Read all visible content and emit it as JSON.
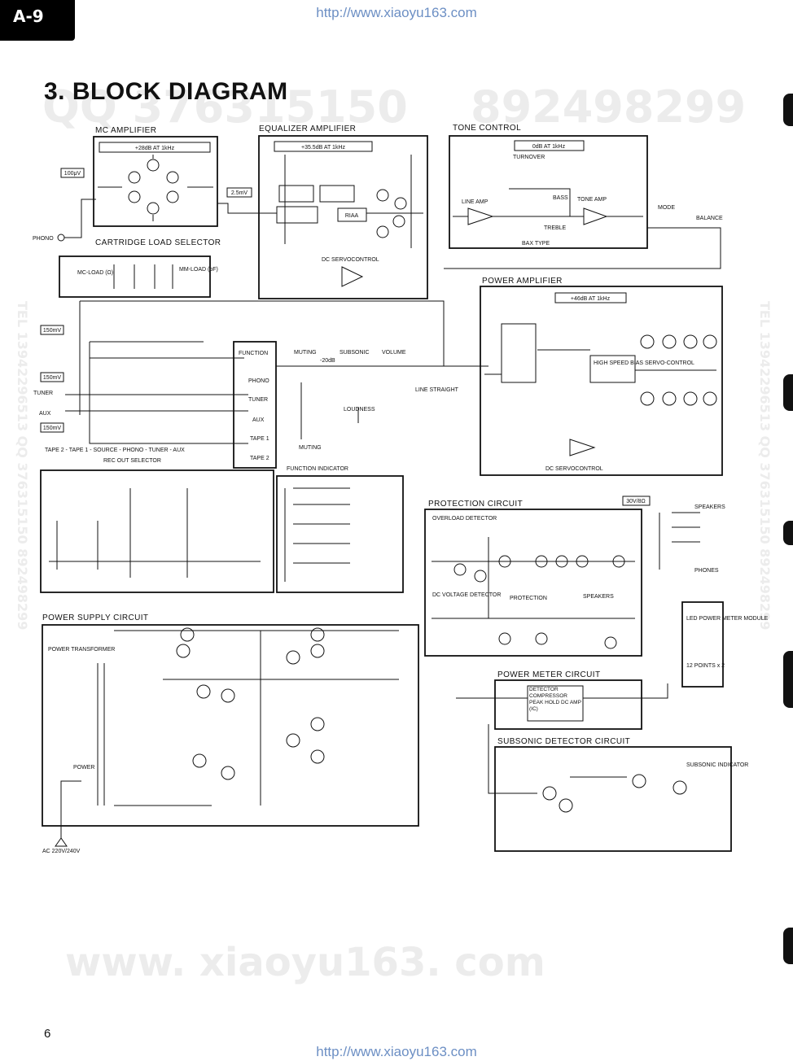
{
  "page": {
    "tag": "A-9",
    "url_top": "http://www.xiaoyu163.com",
    "url_bottom": "http://www.xiaoyu163.com",
    "title": "3. BLOCK DIAGRAM",
    "page_number": "6",
    "watermarks": {
      "qq_top": "QQ 376315150",
      "num_top": "892498299",
      "domain_bottom": "www. xiaoyu163. com",
      "side_left": "TEL 13942296513 QQ 376315150 892498299",
      "side_right": "TEL 13942296513 QQ 376315150 892498299"
    }
  },
  "blocks": {
    "mc_amp": {
      "title": "MC AMPLIFIER",
      "gain": "+28dB AT 1kHz"
    },
    "eq_amp": {
      "title": "EQUALIZER AMPLIFIER",
      "gain": "+35.5dB AT 1kHz",
      "riaa": "RIAA",
      "dc_servo": "DC SERVOCONTROL"
    },
    "tone": {
      "title": "TONE CONTROL",
      "gain": "0dB AT 1kHz",
      "turnover": "TURNOVER",
      "line_amp": "LINE AMP",
      "tone_amp": "TONE AMP",
      "bass": "BASS",
      "treble": "TREBLE",
      "bax_type": "BAX TYPE"
    },
    "cart_load": {
      "title": "CARTRIDGE LOAD SELECTOR",
      "mc_load": "MC-LOAD (Ω)",
      "mm_load": "MM-LOAD (pF)"
    },
    "power_amp": {
      "title": "POWER AMPLIFIER",
      "gain": "+46dB AT 1kHz",
      "bias": "HIGH SPEED BIAS SERVO-CONTROL",
      "dc_servo": "DC SERVOCONTROL"
    },
    "function": {
      "title": "FUNCTION",
      "items": [
        "PHONO",
        "TUNER",
        "AUX",
        "TAPE 1",
        "TAPE 2"
      ]
    },
    "rec_out": {
      "title": "TAPE 2 - TAPE 1 - SOURCE - PHONO - TUNER - AUX",
      "subtitle": "REC OUT SELECTOR"
    },
    "func_indicator": {
      "title": "FUNCTION INDICATOR"
    },
    "protection": {
      "title": "PROTECTION CIRCUIT",
      "overload": "OVERLOAD DETECTOR",
      "dc_voltage": "DC VOLTAGE DETECTOR",
      "protection": "PROTECTION",
      "speakers": "SPEAKERS"
    },
    "power_supply": {
      "title": "POWER SUPPLY CIRCUIT",
      "transformer": "POWER TRANSFORMER",
      "ac": "AC 220V/240V",
      "power": "POWER"
    },
    "power_meter": {
      "title": "POWER METER CIRCUIT",
      "detector": "DETECTOR COMPRESSOR PEAK HOLD DC AMP (IC)"
    },
    "subsonic_det": {
      "title": "SUBSONIC DETECTOR CIRCUIT",
      "indicator": "SUBSONIC INDICATOR"
    },
    "led_module": {
      "label": "LED POWER METER MODULE",
      "points": "12 POINTS x 2"
    },
    "inputs": {
      "phono": "PHONO",
      "tuner": "TUNER",
      "aux": "AUX",
      "sens_100uv": "100μV",
      "sens_25mv": "2.5mV",
      "sens_150mv": "150mV"
    },
    "misc": {
      "muting": "MUTING",
      "subsonic": "SUBSONIC",
      "volume": "VOLUME",
      "loudness": "LOUDNESS",
      "line_straight": "LINE STRAIGHT",
      "balance": "BALANCE",
      "mode": "MODE",
      "speakers": "SPEAKERS",
      "phones": "PHONES",
      "load_30v": "30V/8Ω",
      "minus20db": "-20dB"
    }
  }
}
